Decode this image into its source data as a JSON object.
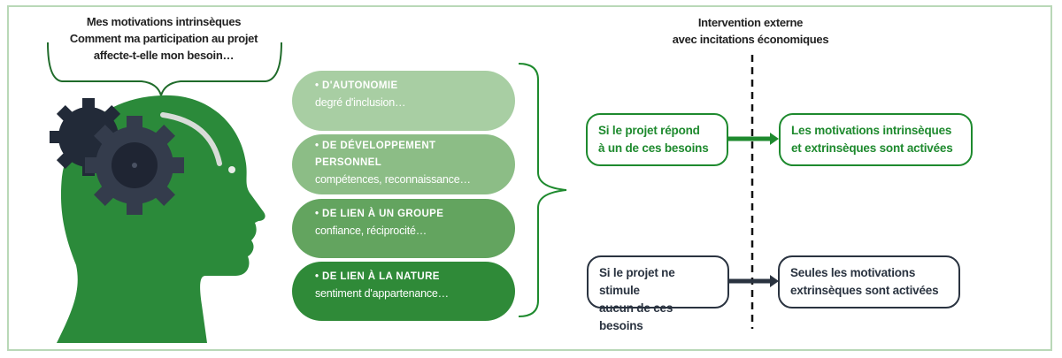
{
  "header_left": {
    "line1": "Mes motivations intrinsèques",
    "line2": "Comment ma participation au projet",
    "line3": "affecte-t-elle mon besoin…"
  },
  "header_right": {
    "line1": "Intervention externe",
    "line2": "avec incitations économiques"
  },
  "needs": [
    {
      "title": "• D'AUTONOMIE",
      "title2": "",
      "detail": "degré d'inclusion…",
      "color": "#a8cea3"
    },
    {
      "title": "• DE DÉVELOPPEMENT",
      "title2": "PERSONNEL",
      "detail": "compétences, reconnaissance…",
      "color": "#8cbd86"
    },
    {
      "title": "• DE LIEN À UN GROUPE",
      "title2": "",
      "detail": "confiance, réciprocité…",
      "color": "#63a45f"
    },
    {
      "title": "• DE LIEN À LA NATURE",
      "title2": "",
      "detail": "sentiment d'appartenance…",
      "color": "#2f8a38"
    }
  ],
  "outcomes": {
    "yes_condition": {
      "line1": "Si le projet répond",
      "line2": "à un de ces besoins"
    },
    "yes_result": {
      "line1": "Les motivations intrinsèques",
      "line2": "et extrinsèques sont activées"
    },
    "no_condition": {
      "line1": "Si le projet ne stimule",
      "line2": "aucun de ces besoins"
    },
    "no_result": {
      "line1": "Seules les motivations",
      "line2": "extrinsèques sont activées"
    }
  },
  "colors": {
    "green": "#1e8a2e",
    "dark": "#2a3340",
    "head": "#2b8a3a"
  }
}
